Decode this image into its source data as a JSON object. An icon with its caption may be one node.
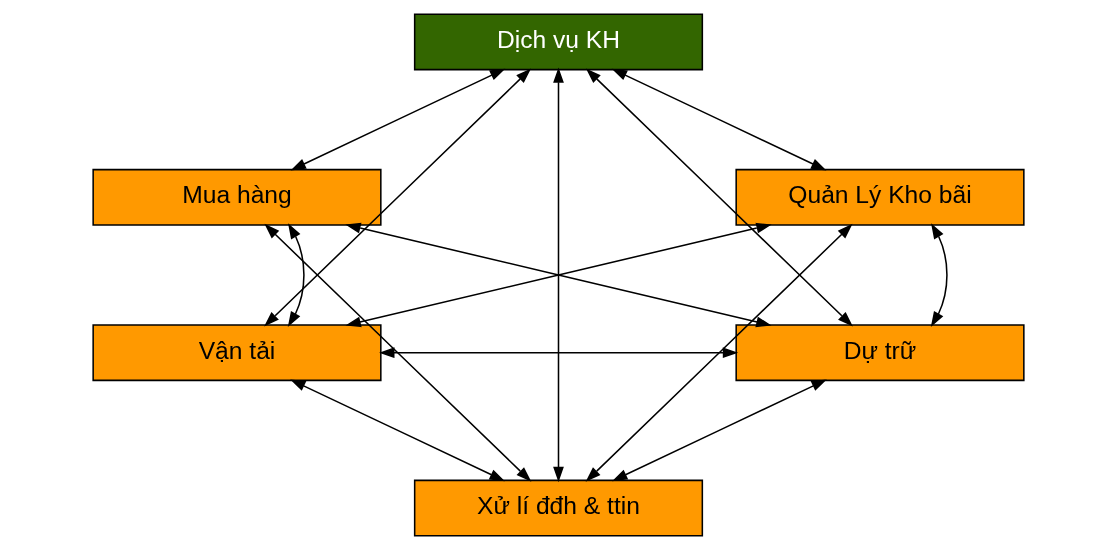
{
  "diagram": {
    "nodes": [
      {
        "text": [
          "Dịch vụ KH"
        ]
      },
      {
        "text": [
          "Mua hàng"
        ]
      },
      {
        "text": [
          "Quản Lý Kho bãi"
        ]
      },
      {
        "text": [
          "Vận tải"
        ]
      },
      {
        "text": [
          "Dự trữ"
        ]
      },
      {
        "text": [
          "Xử lí đđh & ttin"
        ]
      }
    ],
    "edges": [
      {
        "from": 0,
        "to": 1,
        "arrow": "both"
      },
      {
        "from": 0,
        "to": 2,
        "arrow": "both"
      },
      {
        "from": 0,
        "to": 3,
        "arrow": "both"
      },
      {
        "from": 0,
        "to": 4,
        "arrow": "both"
      },
      {
        "from": 0,
        "to": 5,
        "arrow": "both"
      },
      {
        "from": 1,
        "to": 3,
        "arrow": "both"
      },
      {
        "from": 1,
        "to": 4,
        "arrow": "both"
      },
      {
        "from": 1,
        "to": 5,
        "arrow": "both"
      },
      {
        "from": 2,
        "to": 3,
        "arrow": "both"
      },
      {
        "from": 2,
        "to": 4,
        "arrow": "both"
      },
      {
        "from": 2,
        "to": 5,
        "arrow": "both"
      },
      {
        "from": 3,
        "to": 4,
        "arrow": "both"
      },
      {
        "from": 3,
        "to": 5,
        "arrow": "both"
      },
      {
        "from": 4,
        "to": 5,
        "arrow": "both"
      }
    ]
  }
}
